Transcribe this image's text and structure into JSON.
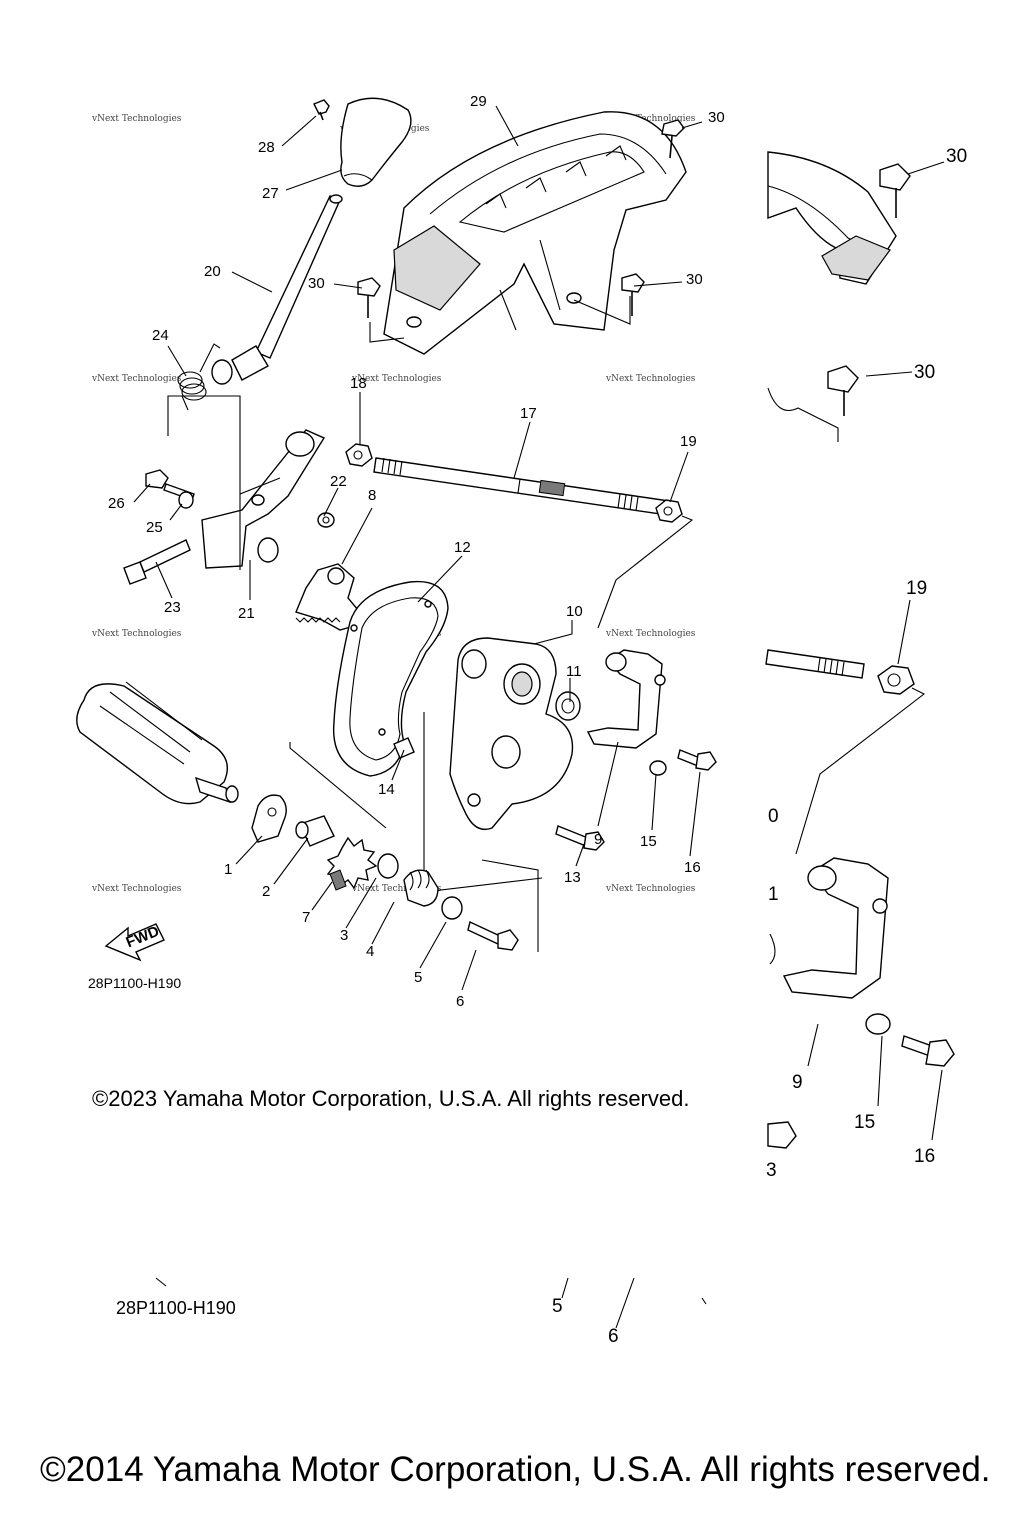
{
  "diagram": {
    "part_code": "28P1100-H190",
    "fwd_label": "FWD",
    "watermark": "vNext Technologies",
    "copyright_top": "©2023 Yamaha Motor Corporation, U.S.A. All rights reserved.",
    "copyright_bottom": "©2014 Yamaha Motor Corporation, U.S.A. All rights reserved.",
    "callouts": [
      {
        "id": "c1",
        "text": "1"
      },
      {
        "id": "c2",
        "text": "2"
      },
      {
        "id": "c3",
        "text": "3"
      },
      {
        "id": "c4",
        "text": "4"
      },
      {
        "id": "c5",
        "text": "5"
      },
      {
        "id": "c6",
        "text": "6"
      },
      {
        "id": "c7",
        "text": "7"
      },
      {
        "id": "c8",
        "text": "8"
      },
      {
        "id": "c9",
        "text": "9"
      },
      {
        "id": "c10",
        "text": "10"
      },
      {
        "id": "c11",
        "text": "11"
      },
      {
        "id": "c12",
        "text": "12"
      },
      {
        "id": "c13",
        "text": "13"
      },
      {
        "id": "c14",
        "text": "14"
      },
      {
        "id": "c15",
        "text": "15"
      },
      {
        "id": "c16",
        "text": "16"
      },
      {
        "id": "c17",
        "text": "17"
      },
      {
        "id": "c18",
        "text": "18"
      },
      {
        "id": "c19",
        "text": "19"
      },
      {
        "id": "c20",
        "text": "20"
      },
      {
        "id": "c21",
        "text": "21"
      },
      {
        "id": "c22",
        "text": "22"
      },
      {
        "id": "c23",
        "text": "23"
      },
      {
        "id": "c24",
        "text": "24"
      },
      {
        "id": "c25",
        "text": "25"
      },
      {
        "id": "c26",
        "text": "26"
      },
      {
        "id": "c27",
        "text": "27"
      },
      {
        "id": "c28",
        "text": "28"
      },
      {
        "id": "c29",
        "text": "29"
      },
      {
        "id": "c30a",
        "text": "30"
      },
      {
        "id": "c30b",
        "text": "30"
      },
      {
        "id": "c30c",
        "text": "30"
      }
    ],
    "zoom_callouts": [
      {
        "id": "z30a",
        "text": "30"
      },
      {
        "id": "z30b",
        "text": "30"
      },
      {
        "id": "z19",
        "text": "19"
      },
      {
        "id": "z10",
        "text": "0"
      },
      {
        "id": "z11",
        "text": "1"
      },
      {
        "id": "z9",
        "text": "9"
      },
      {
        "id": "z15",
        "text": "15"
      },
      {
        "id": "z16",
        "text": "16"
      },
      {
        "id": "z13",
        "text": "3"
      },
      {
        "id": "z5",
        "text": "5"
      },
      {
        "id": "z6",
        "text": "6"
      }
    ]
  }
}
